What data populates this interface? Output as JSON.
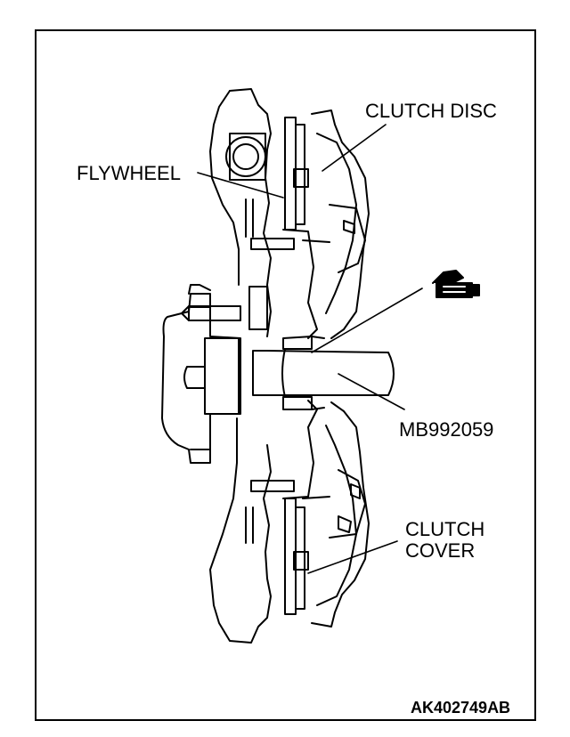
{
  "labels": {
    "clutch_disc": "CLUTCH DISC",
    "flywheel": "FLYWHEEL",
    "tool": "MB992059",
    "clutch_cover_line1": "CLUTCH",
    "clutch_cover_line2": "COVER"
  },
  "figure_code": "AK402749AB",
  "icons": [
    "grease-gun-icon"
  ]
}
